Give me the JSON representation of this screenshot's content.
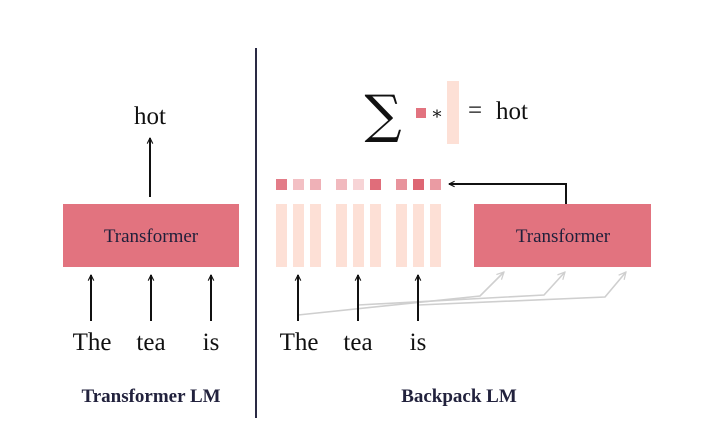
{
  "left": {
    "output_word": "hot",
    "box_label": "Transformer",
    "input_words": [
      "The",
      "tea",
      "is"
    ],
    "caption": "Transformer LM"
  },
  "right": {
    "sum_symbol": "∑",
    "times_symbol": "*",
    "equals_symbol": "=",
    "output_word": "hot",
    "box_label": "Transformer",
    "input_words": [
      "The",
      "tea",
      "is"
    ],
    "caption": "Backpack LM",
    "weight_levels": [
      0.7,
      0.25,
      0.35,
      0.3,
      0.12,
      0.8,
      0.55,
      0.85,
      0.5
    ]
  },
  "colors": {
    "transformer_box": "#e2737f",
    "sense_vector": "#fde0d6",
    "weight_strong": "#d94f5f",
    "weight_light": "#fbe6e6",
    "divider": "#2a2a44",
    "arrow": "#111111",
    "skip_arrow": "#cfcfcf"
  }
}
